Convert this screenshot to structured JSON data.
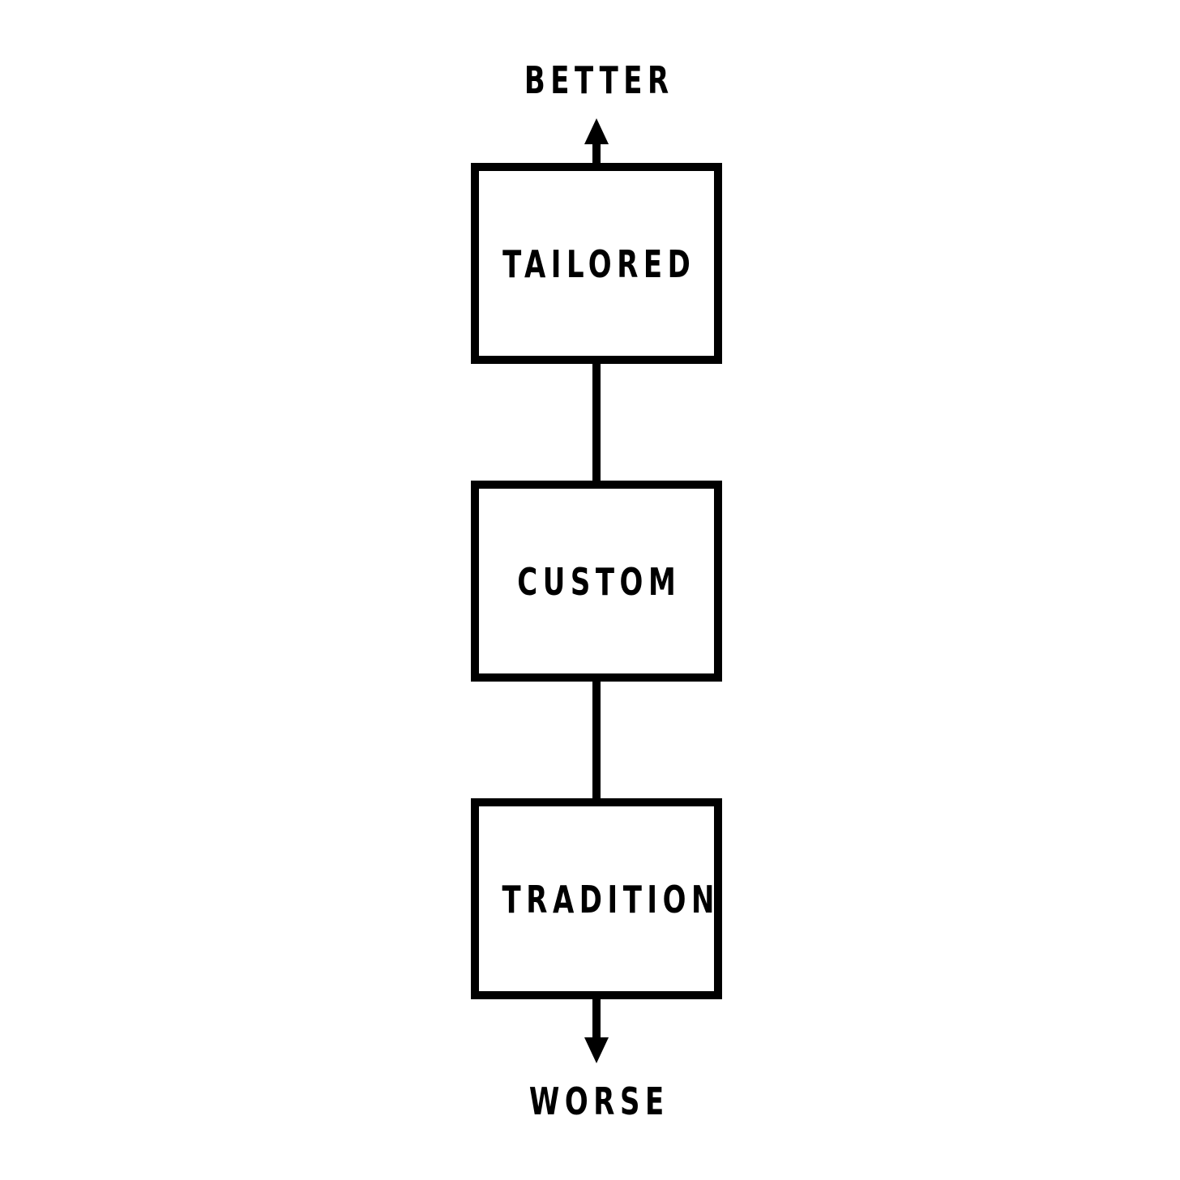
{
  "axis": {
    "top_label": "BETTER",
    "bottom_label": "WORSE"
  },
  "boxes": [
    {
      "label": "TAILORED"
    },
    {
      "label": "CUSTOM"
    },
    {
      "label": "TRADITION"
    }
  ],
  "colors": {
    "stroke": "#000000",
    "background": "#ffffff",
    "text": "#000000"
  }
}
